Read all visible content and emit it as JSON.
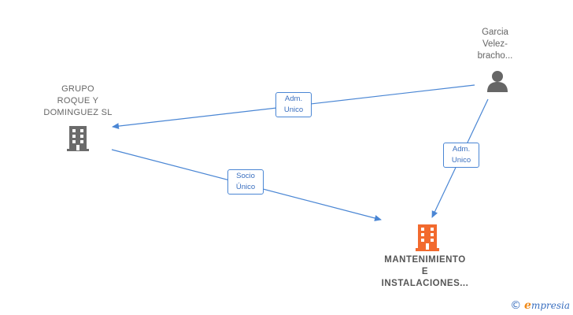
{
  "nodes": {
    "grupo": {
      "label": "GRUPO\nROQUE Y\nDOMINGUEZ SL",
      "kind": "company"
    },
    "garcia": {
      "label": "Garcia\nVelez-\nbracho...",
      "kind": "person"
    },
    "mantenimiento": {
      "label": "MANTENIMIENTO\nE\nINSTALACIONES...",
      "kind": "company-focus"
    }
  },
  "edges": [
    {
      "from": "garcia",
      "to": "grupo",
      "label": "Adm.\nUnico"
    },
    {
      "from": "garcia",
      "to": "mantenimiento",
      "label": "Adm.\nUnico"
    },
    {
      "from": "grupo",
      "to": "mantenimiento",
      "label": "Socio\nÚnico"
    }
  ],
  "colors": {
    "edge": "#4a86d4",
    "company_icon": "#6b6b6b",
    "focus_icon": "#f26a2e",
    "person_icon": "#666666"
  },
  "brand": {
    "copyright": "©",
    "initial": "e",
    "rest": "mpresia"
  }
}
